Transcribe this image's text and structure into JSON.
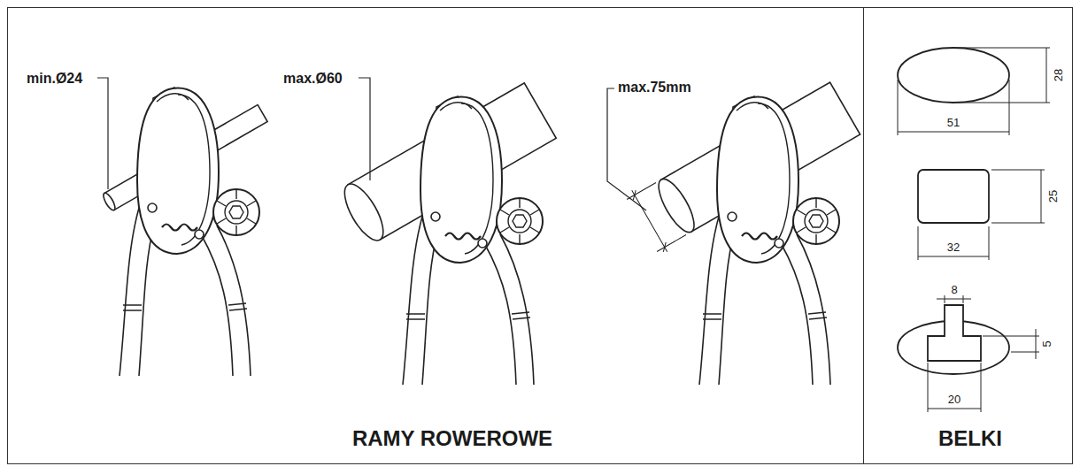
{
  "diagram": {
    "nodes": [
      {
        "text": [
          "RAMY ROWEROWE"
        ]
      },
      {
        "text": [
          "BELKI"
        ]
      }
    ],
    "labels": [
      "min.Ø24",
      "max.Ø60",
      "max.75mm",
      "28",
      "51",
      "25",
      "32",
      "8",
      "5",
      "20"
    ]
  }
}
